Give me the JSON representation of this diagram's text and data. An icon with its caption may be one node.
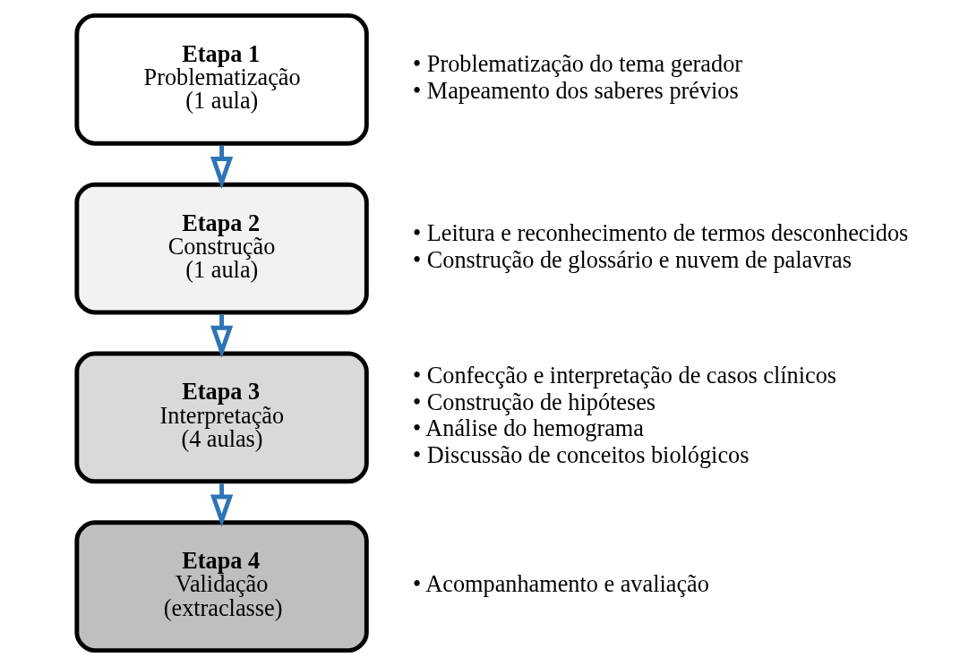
{
  "diagram": {
    "nodes": [
      {
        "text": [
          "Etapa 1",
          "Problematização",
          "(1 aula)"
        ],
        "beside": [
          "• Problematização do tema gerador",
          "• Mapeamento dos saberes prévios"
        ]
      },
      {
        "text": [
          "Etapa 2",
          "Construção",
          "(1 aula)"
        ],
        "beside": [
          "• Leitura e reconhecimento de termos desconhecidos",
          "• Construção de glossário e nuvem de palavras"
        ]
      },
      {
        "text": [
          "Etapa 3",
          "Interpretação",
          "(4 aulas)"
        ],
        "beside": [
          "• Confecção e interpretação de casos clínicos",
          "• Construção de hipóteses",
          "• Análise do hemograma",
          "• Discussão de conceitos biológicos"
        ]
      },
      {
        "text": [
          "Etapa 4",
          "Validação",
          "(extraclasse)"
        ],
        "beside": [
          "• Acompanhamento e avaliação"
        ]
      }
    ],
    "edges": [
      {
        "from": 0,
        "to": 1,
        "arrow": "to"
      },
      {
        "from": 1,
        "to": 2,
        "arrow": "to"
      },
      {
        "from": 2,
        "to": 3,
        "arrow": "to"
      }
    ]
  }
}
